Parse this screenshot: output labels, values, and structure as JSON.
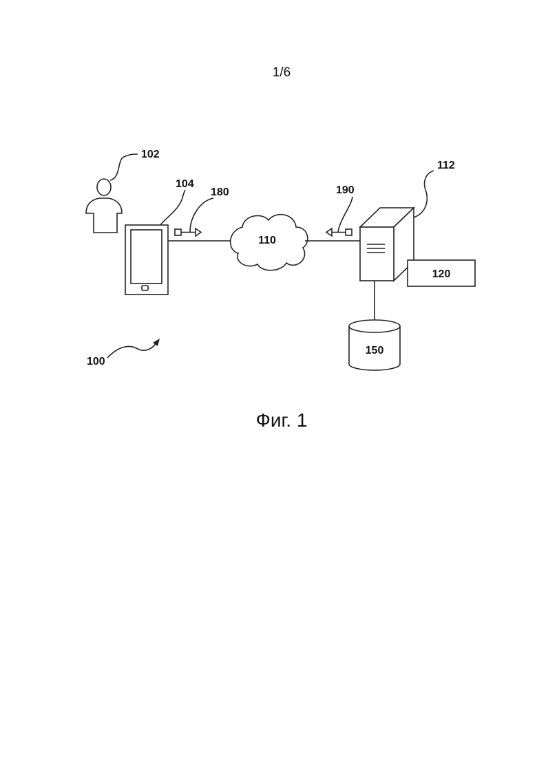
{
  "page_number": "1/6",
  "figure_caption": "Фиг. 1",
  "labels": {
    "system": "100",
    "user": "102",
    "device": "104",
    "network": "110",
    "server": "112",
    "module": "120",
    "database": "150",
    "client_data": "180",
    "server_data": "190"
  },
  "colors": {
    "line": "#222222",
    "background": "#ffffff"
  },
  "icons": [
    "user-icon",
    "smartphone-icon",
    "cloud-icon",
    "server-tower-icon",
    "database-cylinder-icon"
  ]
}
